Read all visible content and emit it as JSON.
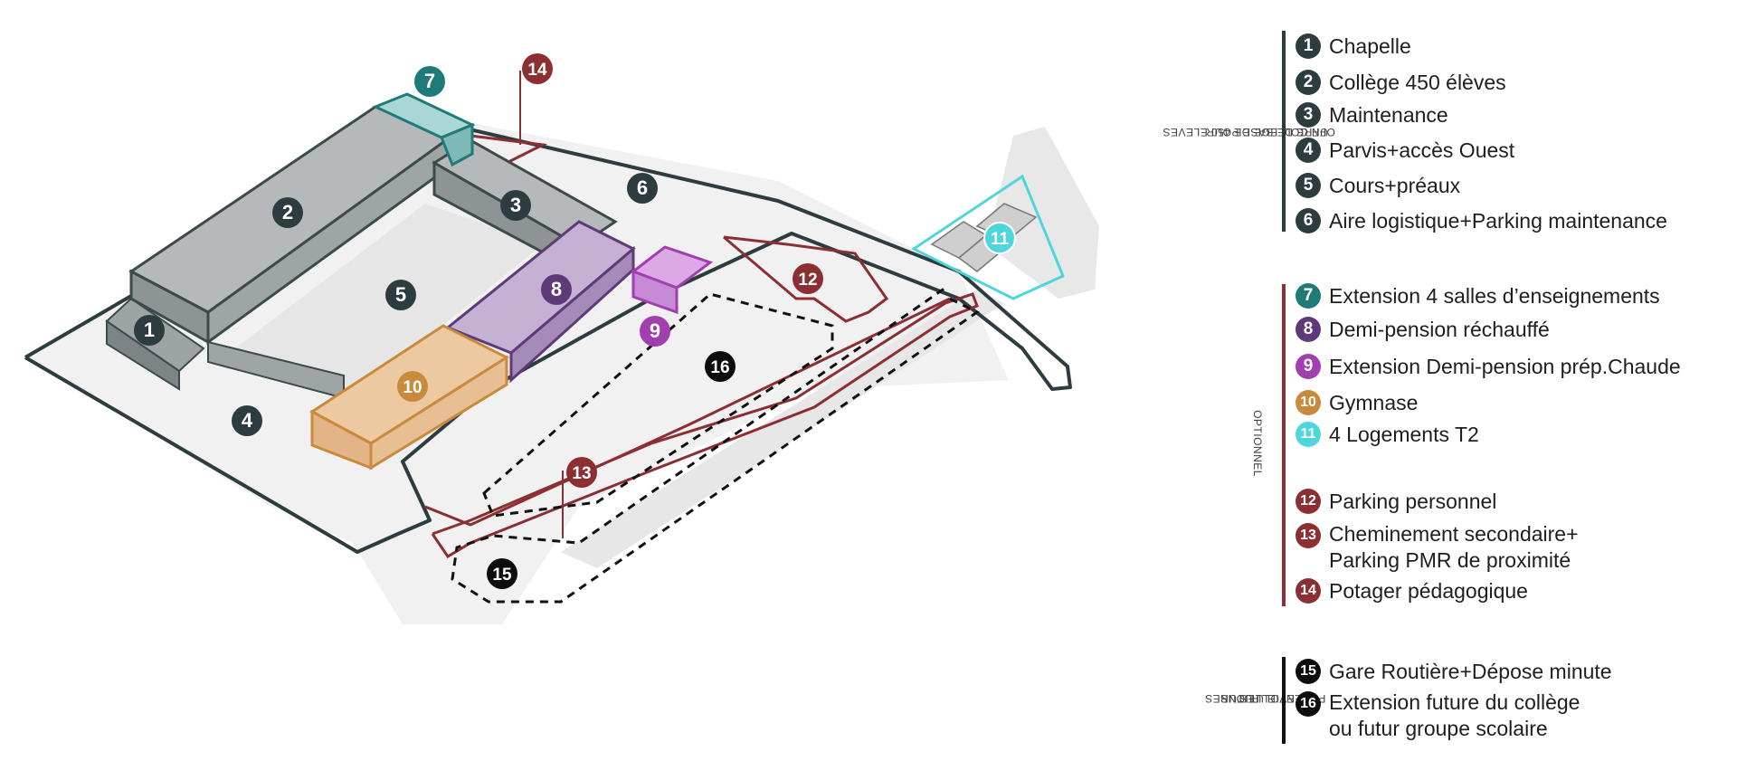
{
  "legend": {
    "groups": [
      {
        "title_line1": "OFFRE DE BASE POUR",
        "title_line2": "UN COLLEGE DE 450 ELEVES",
        "color": "#2d3c3e",
        "items": [
          {
            "num": "1",
            "label": "Chapelle",
            "color": "#2d3c3e"
          },
          {
            "num": "2",
            "label": "Collège 450 élèves",
            "color": "#2d3c3e"
          },
          {
            "num": "3",
            "label": "Maintenance",
            "color": "#2d3c3e"
          },
          {
            "num": "4",
            "label": "Parvis+accès Ouest",
            "color": "#2d3c3e"
          },
          {
            "num": "5",
            "label": "Cours+préaux",
            "color": "#2d3c3e"
          },
          {
            "num": "6",
            "label": "Aire logistique+Parking maintenance",
            "color": "#2d3c3e"
          }
        ]
      },
      {
        "title_line1": "OPTIONNEL",
        "title_line2": "",
        "color": "#8c2f33",
        "items": [
          {
            "num": "7",
            "label": "Extension 4 salles d’enseignements",
            "color": "#1f7a78"
          },
          {
            "num": "8",
            "label": "Demi-pension réchauffé",
            "color": "#5f3a78"
          },
          {
            "num": "9",
            "label": "Extension Demi-pension prép.Chaude",
            "color": "#a23fb0"
          },
          {
            "num": "10",
            "label": "Gymnase",
            "color": "#c98a3c"
          },
          {
            "num": "11",
            "label": "4 Logements T2",
            "color": "#4fd6dc"
          },
          {
            "num": "12",
            "label": "Parking personnel",
            "color": "#8c2f33"
          },
          {
            "num": "13",
            "label": "Cheminement secondaire+",
            "label2": "Parking PMR de proximité",
            "color": "#8c2f33"
          },
          {
            "num": "14",
            "label": "Potager pédagogique",
            "color": "#8c2f33"
          }
        ]
      },
      {
        "title_line1": "POTENTIELLES",
        "title_line2": "EVOLUTIONS",
        "title_line3": "FUTURES",
        "color": "#111111",
        "items": [
          {
            "num": "15",
            "label": "Gare Routière+Dépose minute",
            "color": "#0d0d0d"
          },
          {
            "num": "16",
            "label": "Extension  future du collège",
            "label2": "ou futur groupe scolaire",
            "color": "#0d0d0d"
          }
        ]
      }
    ]
  },
  "map_markers": [
    {
      "num": "1",
      "color": "#2d3c3e"
    },
    {
      "num": "2",
      "color": "#2d3c3e"
    },
    {
      "num": "3",
      "color": "#2d3c3e"
    },
    {
      "num": "4",
      "color": "#2d3c3e"
    },
    {
      "num": "5",
      "color": "#2d3c3e"
    },
    {
      "num": "6",
      "color": "#2d3c3e"
    },
    {
      "num": "7",
      "color": "#1f7a78"
    },
    {
      "num": "8",
      "color": "#5f3a78"
    },
    {
      "num": "9",
      "color": "#a23fb0"
    },
    {
      "num": "10",
      "color": "#c98a3c"
    },
    {
      "num": "11",
      "color": "#4fd6dc"
    },
    {
      "num": "12",
      "color": "#8c2f33"
    },
    {
      "num": "13",
      "color": "#8c2f33"
    },
    {
      "num": "14",
      "color": "#8c2f33"
    },
    {
      "num": "15",
      "color": "#0d0d0d"
    },
    {
      "num": "16",
      "color": "#0d0d0d"
    }
  ]
}
